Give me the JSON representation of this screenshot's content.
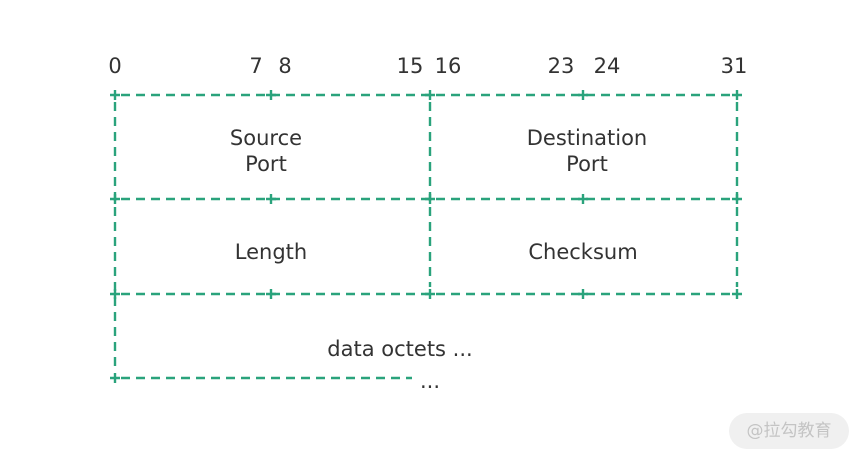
{
  "bit_labels": [
    "0",
    "7",
    "8",
    "15",
    "16",
    "23",
    "24",
    "31"
  ],
  "fields": {
    "source_port_line1": "Source",
    "source_port_line2": "Port",
    "destination_port_line1": "Destination",
    "destination_port_line2": "Port",
    "length": "Length",
    "checksum": "Checksum",
    "data_octets": "data octets ...",
    "continuation": "..."
  },
  "watermark": "@拉勾教育",
  "colors": {
    "accent": "#2aa37c",
    "text": "#333333"
  }
}
